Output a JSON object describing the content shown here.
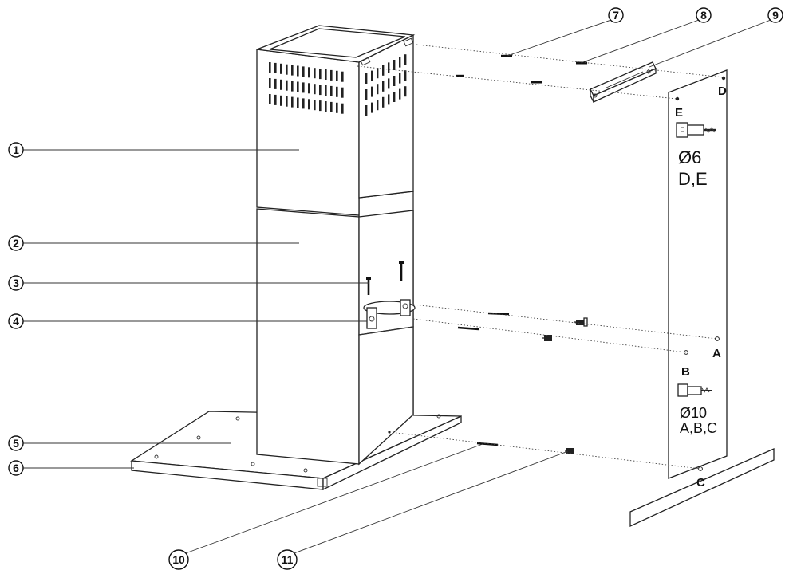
{
  "callouts": [
    "1",
    "2",
    "3",
    "4",
    "5",
    "6",
    "7",
    "8",
    "9",
    "10",
    "11"
  ],
  "points": {
    "a": "A",
    "b": "B",
    "c": "C",
    "d": "D",
    "e": "E"
  },
  "drill_upper": {
    "diameter": "Ø6",
    "holes": "D,E"
  },
  "drill_lower": {
    "diameter": "Ø10",
    "holes": "A,B,C"
  }
}
